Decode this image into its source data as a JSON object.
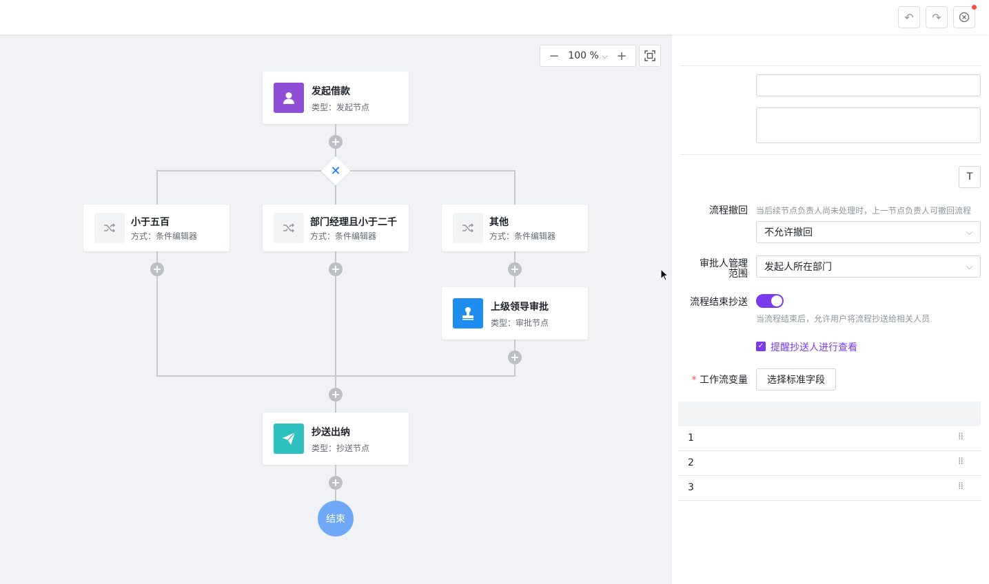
{
  "toolbar": {
    "undo_icon": "undo-icon",
    "redo_icon": "redo-icon",
    "close_icon": "close-circle-icon"
  },
  "zoom": {
    "value": "100 %"
  },
  "flow": {
    "start_node": {
      "title": "发起借款",
      "subtitle": "类型：发起节点"
    },
    "branches": [
      {
        "title": "小于五百",
        "subtitle": "方式：条件编辑器"
      },
      {
        "title": "部门经理且小于二千",
        "subtitle": "方式：条件编辑器"
      },
      {
        "title": "其他",
        "subtitle": "方式：条件编辑器"
      }
    ],
    "approval_node": {
      "title": "上级领导审批",
      "subtitle": "类型：审批节点"
    },
    "cc_node": {
      "title": "抄送出纳",
      "subtitle": "类型：抄送节点"
    },
    "end_node": {
      "label": "结束"
    },
    "colors": {
      "start": "#8e4ed6",
      "approval": "#1f8cf0",
      "cc": "#2fc0c0",
      "end": "#6fa8f7"
    }
  },
  "panel": {
    "withdraw": {
      "label": "流程撤回",
      "hint": "当后续节点负责人尚未处理时，上一节点负责人可撤回流程",
      "value": "不允许撤回"
    },
    "scope": {
      "label_line1": "审批人管理",
      "label_line2": "范围",
      "value": "发起人所在部门"
    },
    "cc_on_end": {
      "label": "流程结束抄送",
      "enabled": true,
      "hint": "当流程结束后，允许用户将流程抄送给相关人员"
    },
    "remind": {
      "label": "提醒抄送人进行查看",
      "checked": true
    },
    "variables": {
      "required_mark": "*",
      "label": "工作流变量",
      "button": "选择标准字段",
      "rows": [
        "1",
        "2",
        "3"
      ]
    },
    "text_button": "T",
    "accent": "#7c3aed"
  }
}
